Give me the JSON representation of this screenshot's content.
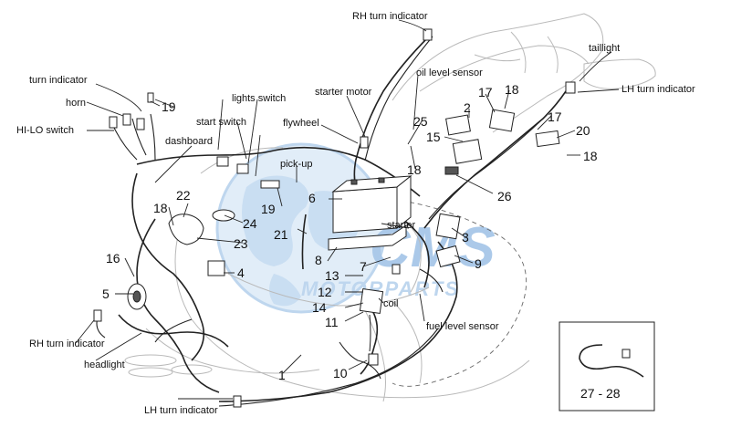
{
  "labels": {
    "rh_turn_indicator_top": "RH turn indicator",
    "taillight": "taillight",
    "oil_level_sensor": "oil level sensor",
    "lh_turn_indicator_right": "LH turn indicator",
    "starter_motor": "starter motor",
    "turn_indicator": "turn indicator",
    "horn": "horn",
    "hi_lo_switch": "HI-LO switch",
    "lights_switch": "lights switch",
    "start_switch": "start switch",
    "dashboard": "dashboard",
    "flywheel": "flywheel",
    "pick_up": "pick-up",
    "starter": "starter",
    "coil": "coil",
    "fuel_level_sensor": "fuel level sensor",
    "rh_turn_indicator_bottom": "RH turn indicator",
    "headlight": "headlight",
    "lh_turn_indicator_bottom": "LH turn indicator"
  },
  "callouts": {
    "n1": "1",
    "n2": "2",
    "n3": "3",
    "n4": "4",
    "n5": "5",
    "n6": "6",
    "n7": "7",
    "n8": "8",
    "n9": "9",
    "n10": "10",
    "n11": "11",
    "n12": "12",
    "n13": "13",
    "n14": "14",
    "n15": "15",
    "n16": "16",
    "n17a": "17",
    "n17b": "17",
    "n18a": "18",
    "n18b": "18",
    "n18c": "18",
    "n18d": "18",
    "n19a": "19",
    "n19b": "19",
    "n20": "20",
    "n21": "21",
    "n22": "22",
    "n23": "23",
    "n24": "24",
    "n25": "25",
    "n26": "26"
  },
  "inset": {
    "caption": "27 - 28"
  },
  "watermark": {
    "line1": "CMS",
    "line2": "MOTORPARTS"
  },
  "colors": {
    "watermark_blue": "#9fc3e6",
    "watermark_light": "#cfe2f4",
    "line": "#222222"
  }
}
